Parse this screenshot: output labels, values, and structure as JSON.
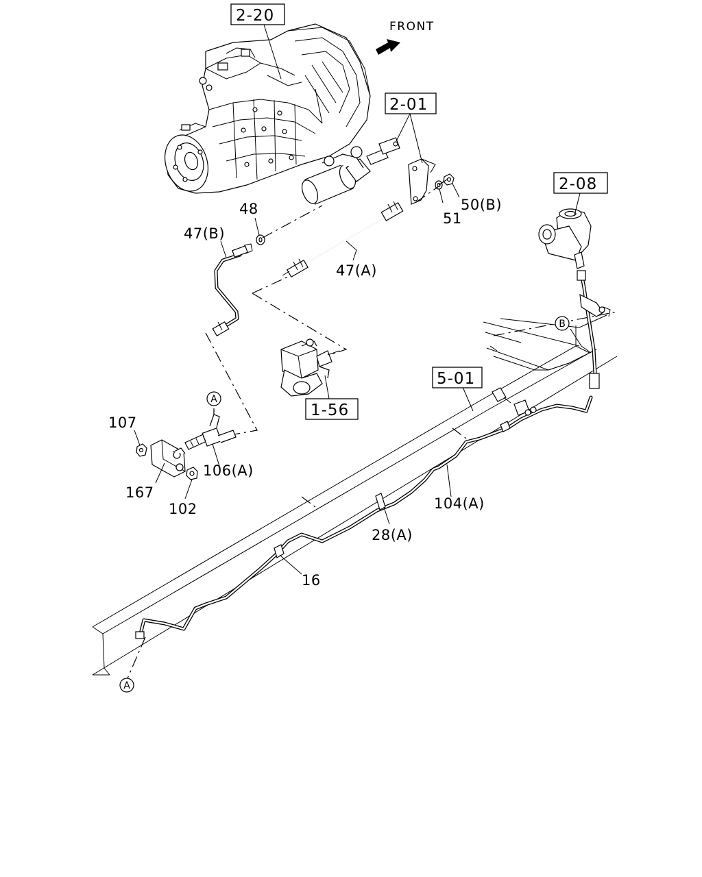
{
  "front_label": "FRONT",
  "ref_boxes": {
    "transmission": "2-20",
    "bracket": "2-01",
    "master_cylinder": "2-08",
    "frame": "5-01",
    "valve": "1-56"
  },
  "circle_refs": {
    "a_top": "A",
    "a_bottom": "A",
    "b": "B"
  },
  "part_labels": {
    "p48": "48",
    "p47b": "47(B)",
    "p47a": "47(A)",
    "p51": "51",
    "p50b": "50(B)",
    "p107": "107",
    "p167": "167",
    "p102": "102",
    "p106a": "106(A)",
    "p104a": "104(A)",
    "p28a": "28(A)",
    "p16": "16"
  }
}
